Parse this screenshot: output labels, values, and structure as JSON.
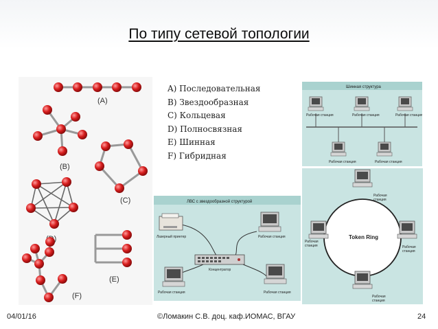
{
  "slide": {
    "title": "По типу сетевой топологии",
    "options": [
      "A) Последовательная",
      "B) Звездообразная",
      "C) Кольцевая",
      "D) Полносвязная",
      "E) Шинная",
      "F) Гибридная"
    ],
    "footer": {
      "date": "04/01/16",
      "author": "©Ломакин С.В.  доц. каф.ИОМАС, ВГАУ",
      "page": "24"
    }
  },
  "topologies": {
    "labels": [
      "(A)",
      "(B)",
      "(C)",
      "(D)",
      "(E)",
      "(F)"
    ]
  },
  "bus_panel": {
    "title": "Шинная структура",
    "workstation": "Рабочая станция"
  },
  "star_panel": {
    "title": "ЛВС с звездообразной структурой",
    "printer": "Лазерный принтер",
    "hub": "Концентратор",
    "workstation": "Рабочая станция"
  },
  "ring_panel": {
    "label": "Token Ring",
    "workstation_1": "Рабочая",
    "workstation_2": "станция"
  },
  "colors": {
    "node": "#d81e1e",
    "panel_bg": "#c9e4e2",
    "line": "#555555"
  }
}
